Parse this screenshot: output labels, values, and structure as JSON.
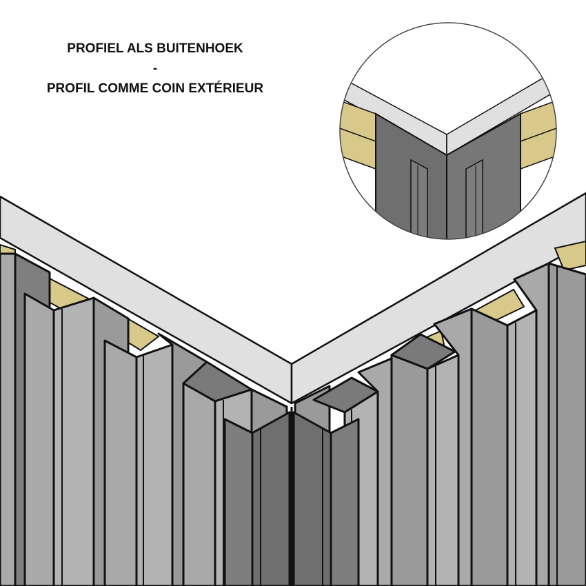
{
  "caption": {
    "line1": "PROFIEL ALS BUITENHOEK",
    "separator": "-",
    "line2": "PROFIL COMME COIN EXTÉRIEUR"
  },
  "colors": {
    "background": "#ffffff",
    "ceiling": "#e0e0e0",
    "panel": "#a9a9a9",
    "panel_dark": "#7d7d7d",
    "corner_profile": "#6f6f6f",
    "felt": "#d8c98b",
    "outline": "#111111"
  },
  "icons": [
    "corner-detail-magnifier"
  ]
}
